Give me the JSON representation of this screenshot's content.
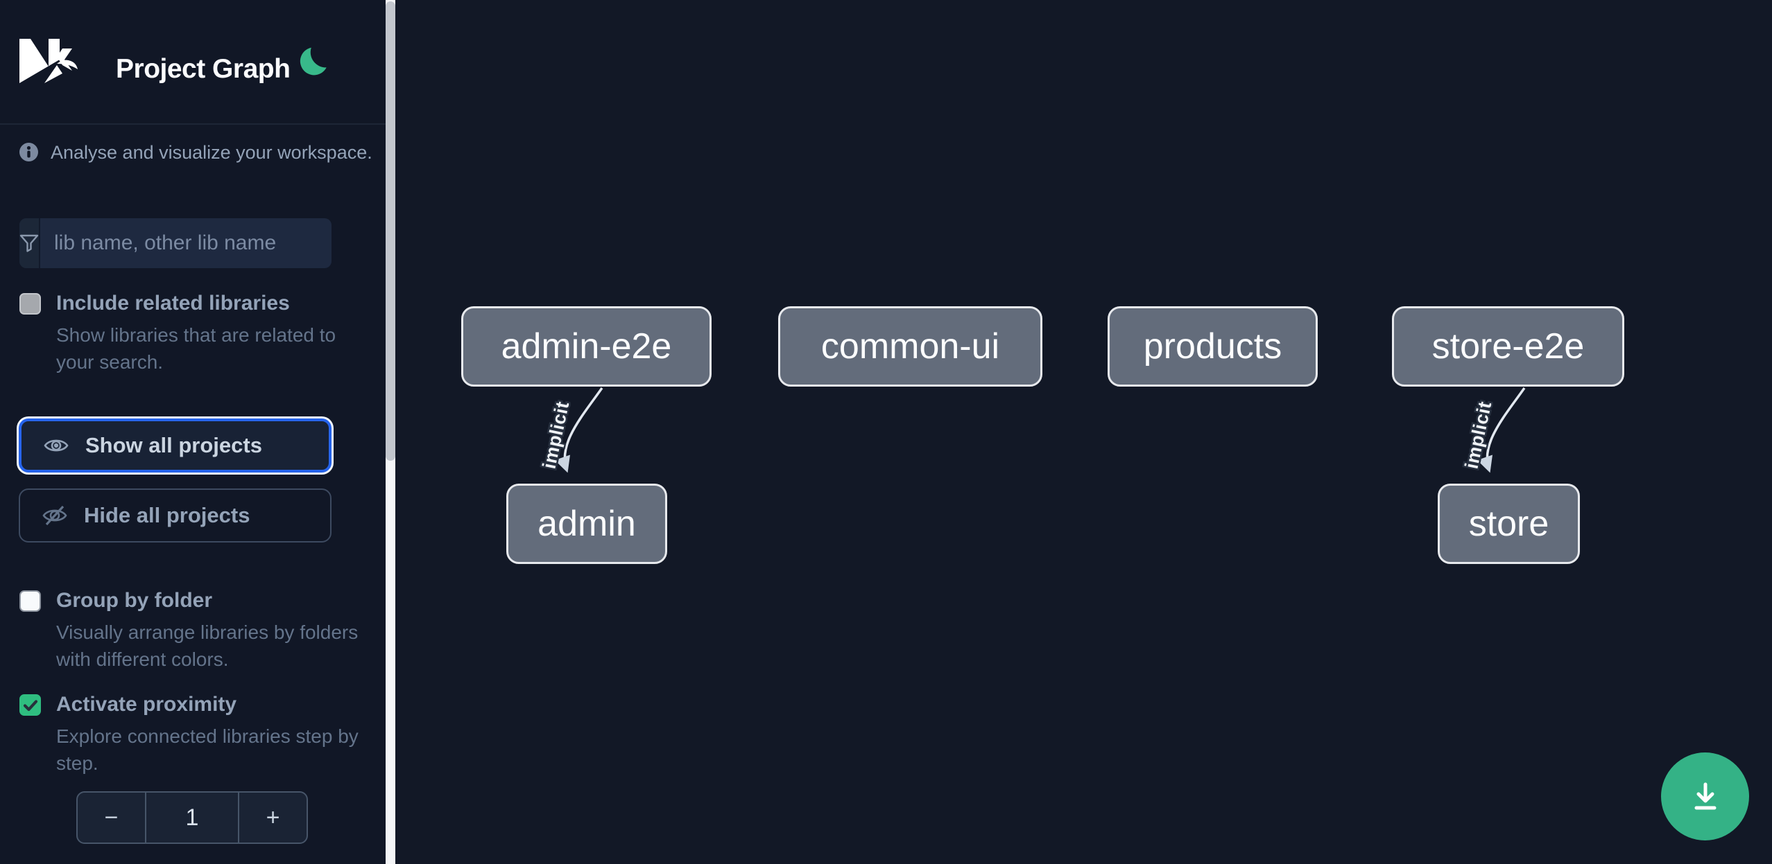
{
  "header": {
    "logo_text": "Nx",
    "title": "Project Graph",
    "theme_toggle": "dark-mode-moon"
  },
  "sidebar": {
    "info_text": "Analyse and visualize your workspace.",
    "search": {
      "placeholder": "lib name, other lib name",
      "value": ""
    },
    "include_related": {
      "label": "Include related libraries",
      "description": "Show libraries that are related to your search.",
      "checked": false,
      "disabled": true
    },
    "show_all_label": "Show all projects",
    "hide_all_label": "Hide all projects",
    "group_by_folder": {
      "label": "Group by folder",
      "description": "Visually arrange libraries by folders with different colors.",
      "checked": false
    },
    "activate_proximity": {
      "label": "Activate proximity",
      "description": "Explore connected libraries step by step.",
      "checked": true
    },
    "proximity_stepper": {
      "decrement": "−",
      "value": "1",
      "increment": "+"
    }
  },
  "graph": {
    "nodes": [
      {
        "id": "admin-e2e",
        "label": "admin-e2e"
      },
      {
        "id": "common-ui",
        "label": "common-ui"
      },
      {
        "id": "products",
        "label": "products"
      },
      {
        "id": "store-e2e",
        "label": "store-e2e"
      },
      {
        "id": "admin",
        "label": "admin"
      },
      {
        "id": "store",
        "label": "store"
      }
    ],
    "edges": [
      {
        "from": "admin-e2e",
        "to": "admin",
        "label": "implicit"
      },
      {
        "from": "store-e2e",
        "to": "store",
        "label": "implicit"
      }
    ]
  },
  "fab": {
    "action": "download-graph-image"
  },
  "colors": {
    "background": "#121826",
    "sidebar_background": "#111726",
    "accent_blue": "#2563eb",
    "emerald_green": "#2fbe80",
    "fab_green": "#34b286",
    "node_fill": "#636c7b",
    "node_border": "#e7e9ed"
  }
}
